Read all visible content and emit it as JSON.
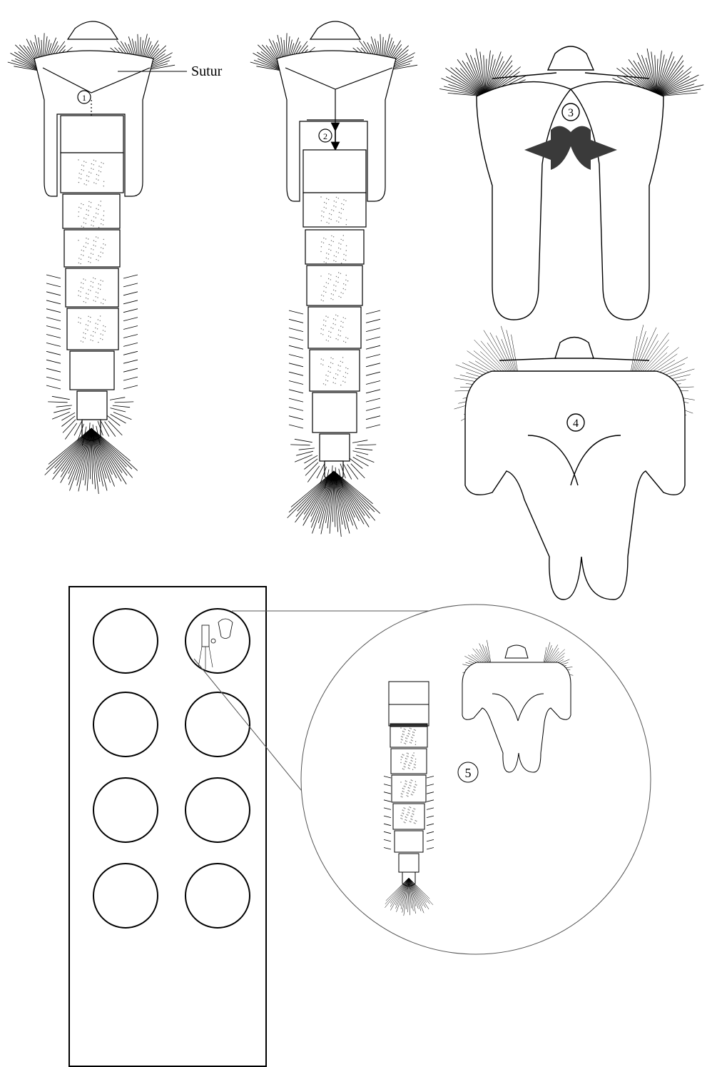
{
  "labels": {
    "sutur": "Sutur",
    "step1": "1",
    "step2": "2",
    "step3": "3",
    "step4": "4",
    "step5": "5"
  },
  "colors": {
    "ink": "#000000",
    "fill": "#ffffff",
    "stipple": "#6f6f6f",
    "arrow_fill": "#3a3a3a",
    "zoom_line": "#555555"
  },
  "slide": {
    "well_count": 8,
    "wells_with_specimen": [
      2
    ]
  },
  "icons": {
    "step_markers": "circled-number",
    "spread_arrow": "double-arrow-icon",
    "split_arrow": "outward-arrows-icon"
  }
}
